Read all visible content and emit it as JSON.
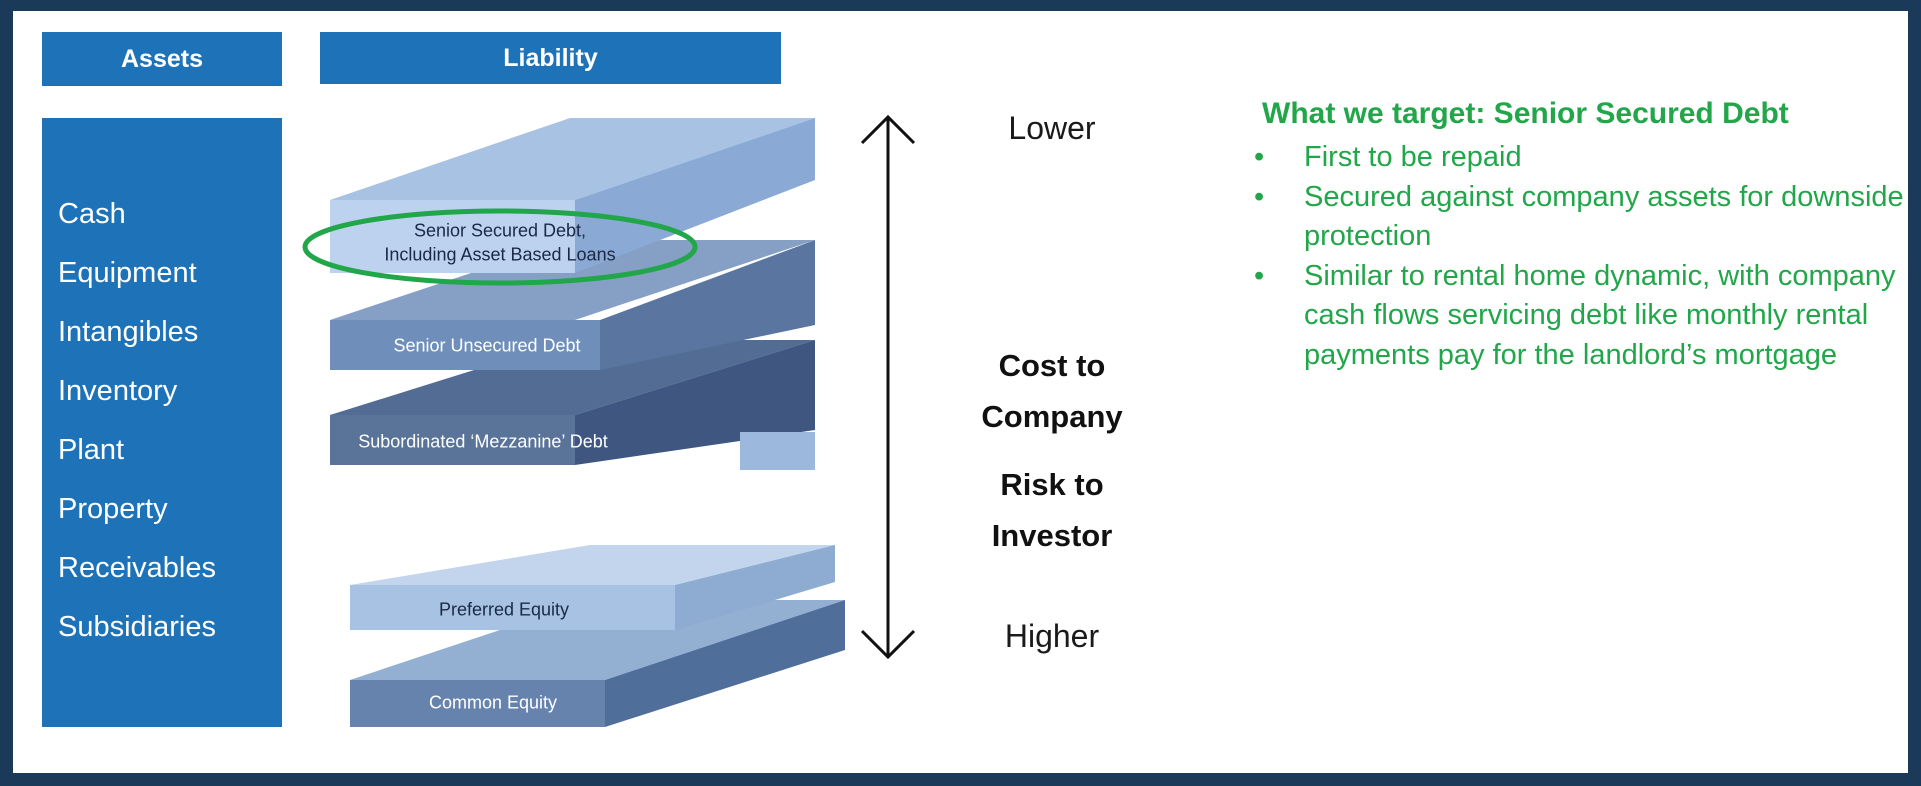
{
  "headers": {
    "assets": "Assets",
    "liability": "Liability"
  },
  "assets": [
    "Cash",
    "Equipment",
    "Intangibles",
    "Inventory",
    "Plant",
    "Property",
    "Receivables",
    "Subsidiaries"
  ],
  "capital_stack": [
    {
      "line1": "Senior Secured Debt,",
      "line2": "Including Asset Based Loans"
    },
    {
      "line1": "Senior Unsecured Debt"
    },
    {
      "line1": "Subordinated ‘Mezzanine’ Debt"
    },
    {
      "line1": "Preferred Equity"
    },
    {
      "line1": "Common Equity"
    }
  ],
  "scale": {
    "top": "Lower",
    "bottom": "Higher",
    "cost_line1": "Cost to",
    "cost_line2": "Company",
    "risk_line1": "Risk to",
    "risk_line2": "Investor"
  },
  "target": {
    "title": "What we target: Senior Secured Debt",
    "bullets": [
      "First to be repaid",
      "Secured against company assets for downside protection",
      "Similar to rental home dynamic, with company cash flows servicing debt like monthly rental payments pay for the landlord’s mortgage"
    ],
    "bullet_glyph": "•"
  },
  "colors": {
    "frame": "#1b3958",
    "assets_blue": "#1e73b8",
    "highlight_green": "#21a64a",
    "text_green": "#21a64a"
  }
}
